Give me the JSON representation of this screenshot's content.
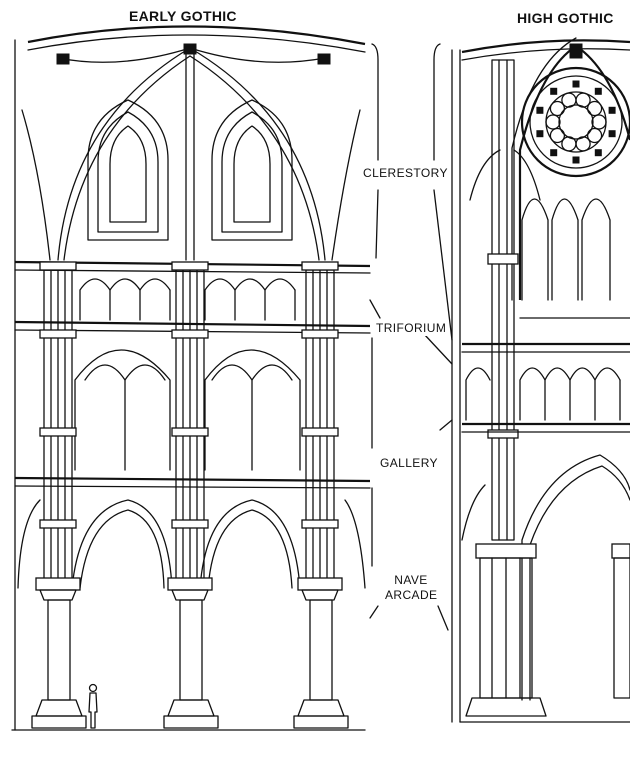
{
  "titles": {
    "left": "EARLY GOTHIC",
    "right": "HIGH GOTHIC"
  },
  "labels": {
    "clerestory": "CLERESTORY",
    "triforium": "TRIFORIUM",
    "gallery": "GALLERY",
    "nave_arcade_line1": "NAVE",
    "nave_arcade_line2": "ARCADE"
  },
  "icons": {
    "human_figure": "person-scale-icon",
    "rose_window": "rose-window-icon"
  }
}
